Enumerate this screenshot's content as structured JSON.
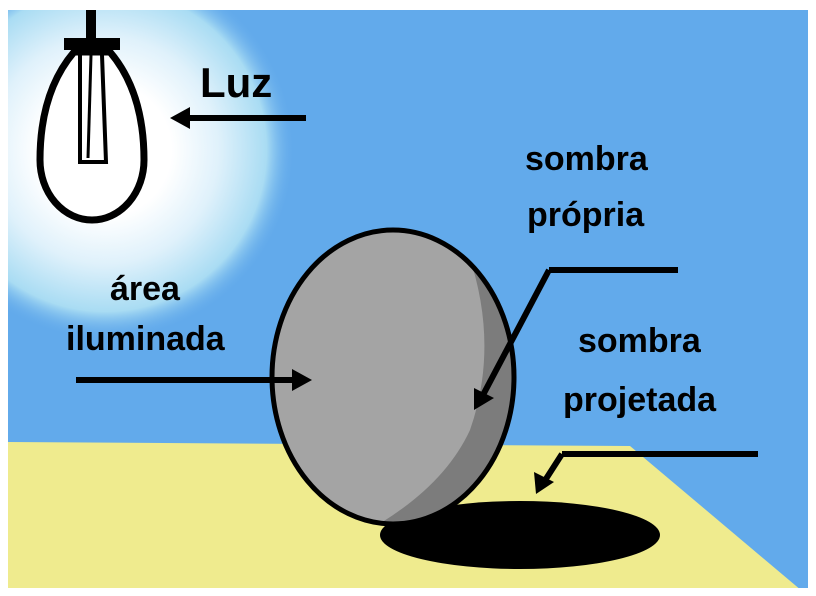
{
  "labels": {
    "light": "Luz",
    "lit_area_line1": "área",
    "lit_area_line2": "iluminada",
    "own_shadow_line1": "sombra",
    "own_shadow_line2": "própria",
    "cast_shadow_line1": "sombra",
    "cast_shadow_line2": "projetada"
  },
  "colors": {
    "sky": "#62aaeb",
    "floor": "#efeb8e",
    "glow": "#ffffff",
    "sphere_lit": "#a4a4a4",
    "sphere_shadow": "#7c7c7c",
    "cast_shadow": "#000000"
  }
}
